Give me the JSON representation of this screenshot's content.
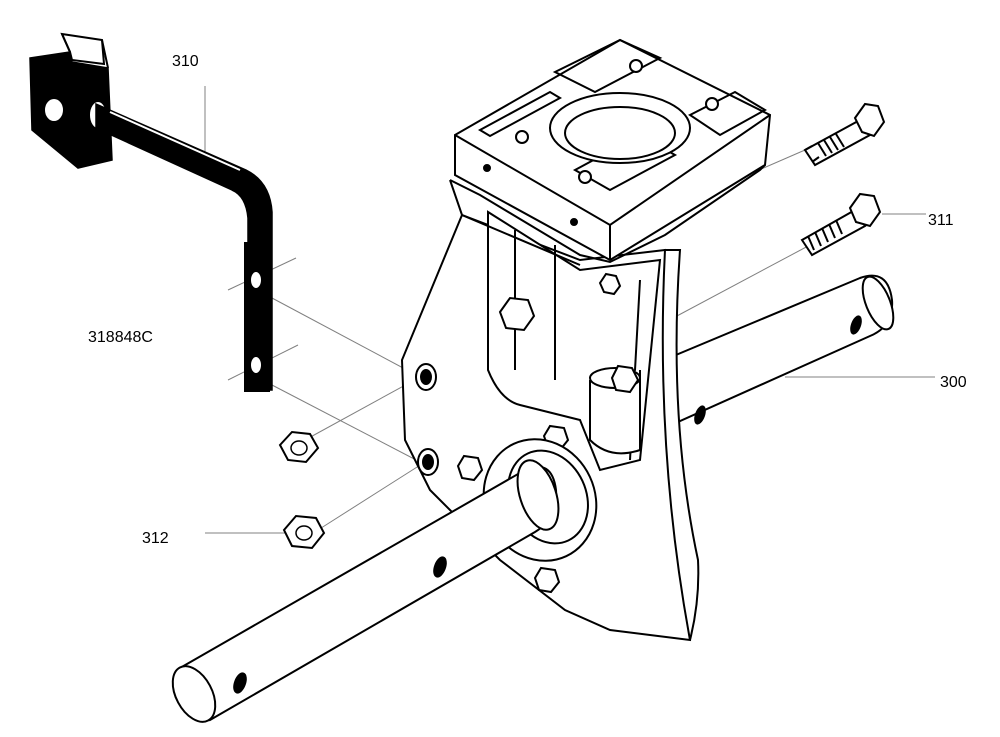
{
  "figure": {
    "drawing_id": "318848C",
    "callouts": {
      "bracket": "310",
      "bolts": "311",
      "shaft": "300",
      "nuts": "312"
    },
    "colors": {
      "ink": "#000000",
      "leader": "#808080",
      "paper": "#ffffff"
    }
  }
}
